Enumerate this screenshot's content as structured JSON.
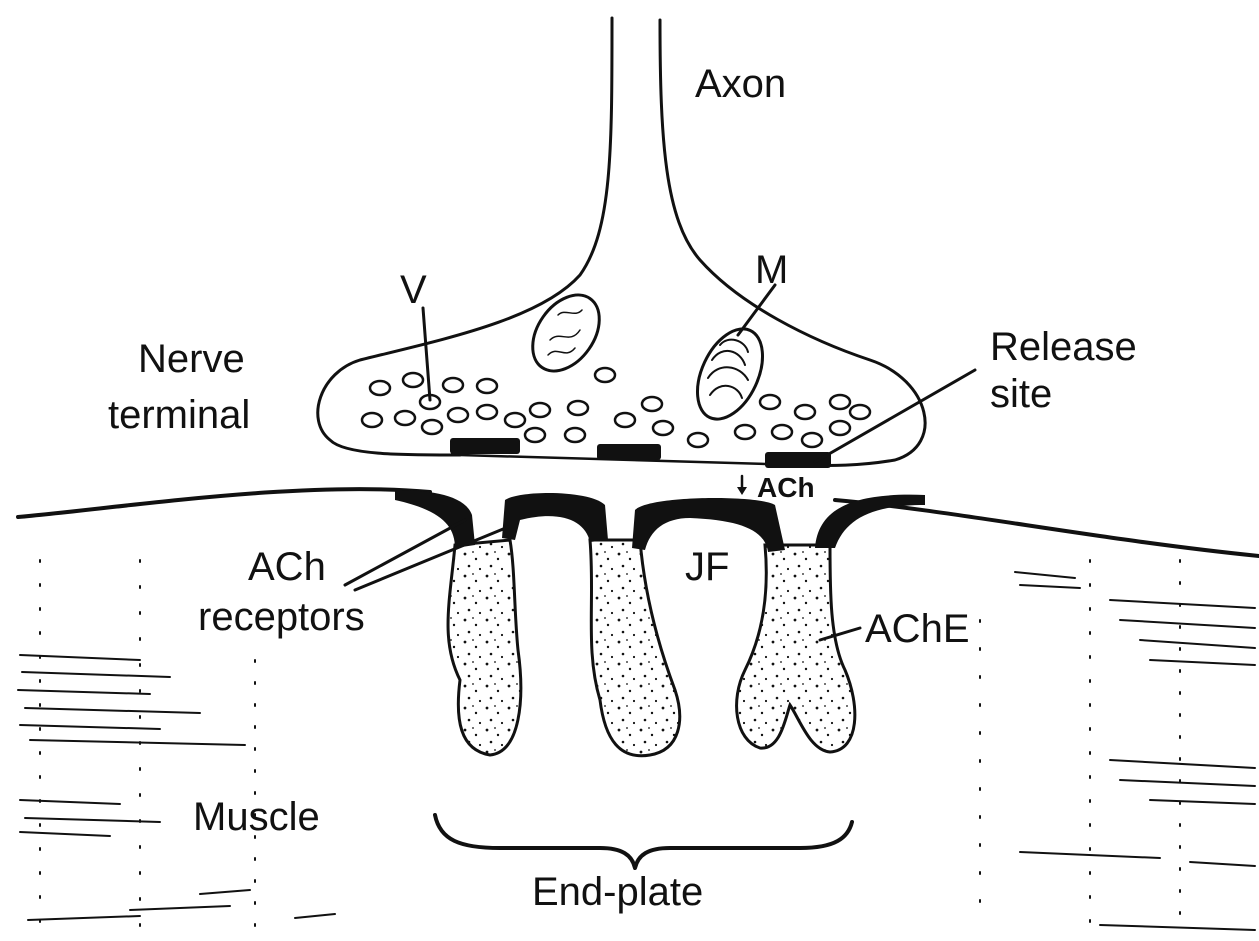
{
  "labels": {
    "axon": "Axon",
    "nerve_terminal_line1": "Nerve",
    "nerve_terminal_line2": "terminal",
    "vesicle": "V",
    "mitochondrion": "M",
    "release_site_line1": "Release",
    "release_site_line2": "site",
    "ach_arrow": "ACh",
    "ach_receptors_line1": "ACh",
    "ach_receptors_line2": "receptors",
    "junctional_fold": "JF",
    "ache": "AChE",
    "muscle": "Muscle",
    "end_plate": "End-plate"
  },
  "colors": {
    "ink": "#111111",
    "background": "#ffffff"
  }
}
